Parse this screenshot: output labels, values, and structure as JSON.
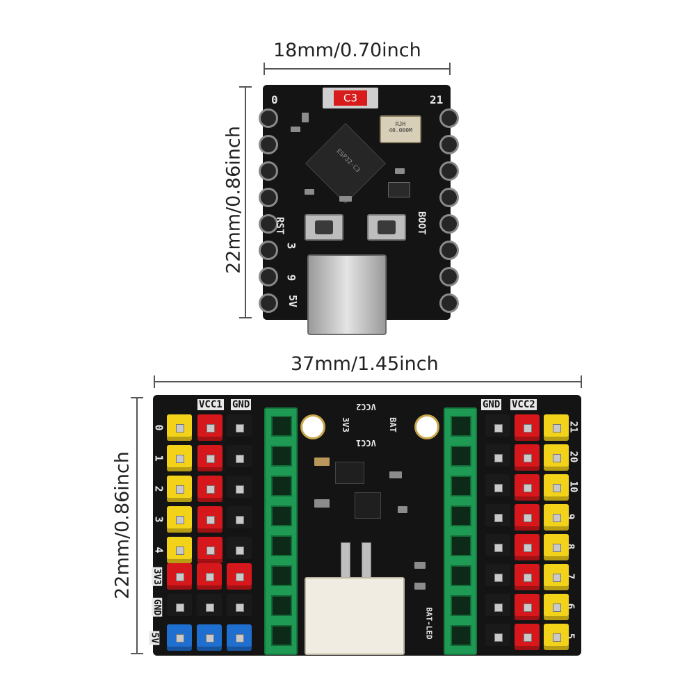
{
  "top_board": {
    "width_label": "18mm/0.70inch",
    "height_label": "22mm/0.86inch",
    "chip_label": "C3",
    "crystal_label": "RJH\n40.000M",
    "mcu_label": "ESP32-C3",
    "pin_labels": {
      "tl": "0",
      "tr": "21",
      "rst": "RST",
      "boot": "BOOT",
      "p3": "3",
      "p9": "9",
      "p5v": "5V"
    }
  },
  "bottom_board": {
    "width_label": "37mm/1.45inch",
    "height_label": "22mm/0.86inch",
    "header_labels": {
      "vcc1": "VCC1",
      "gnd_left": "GND",
      "gnd_right": "GND",
      "vcc2": "VCC2"
    },
    "left_pins": [
      "0",
      "1",
      "2",
      "3",
      "4"
    ],
    "left_power": [
      "3V3",
      "GND",
      "5V"
    ],
    "right_pins": [
      "21",
      "20",
      "10",
      "9",
      "8",
      "7",
      "6",
      "5"
    ],
    "center_labels": {
      "vcc2": "VCC2",
      "v33": "3V3",
      "bat": "BAT",
      "vcc1": "VCC1",
      "batled": "BAT-LED"
    }
  },
  "colors": {
    "yellow": "#f3d21a",
    "red": "#d6171b",
    "black": "#1a1a1a",
    "blue": "#1f6fd0",
    "green": "#1f9a55",
    "pcb": "#141414"
  }
}
